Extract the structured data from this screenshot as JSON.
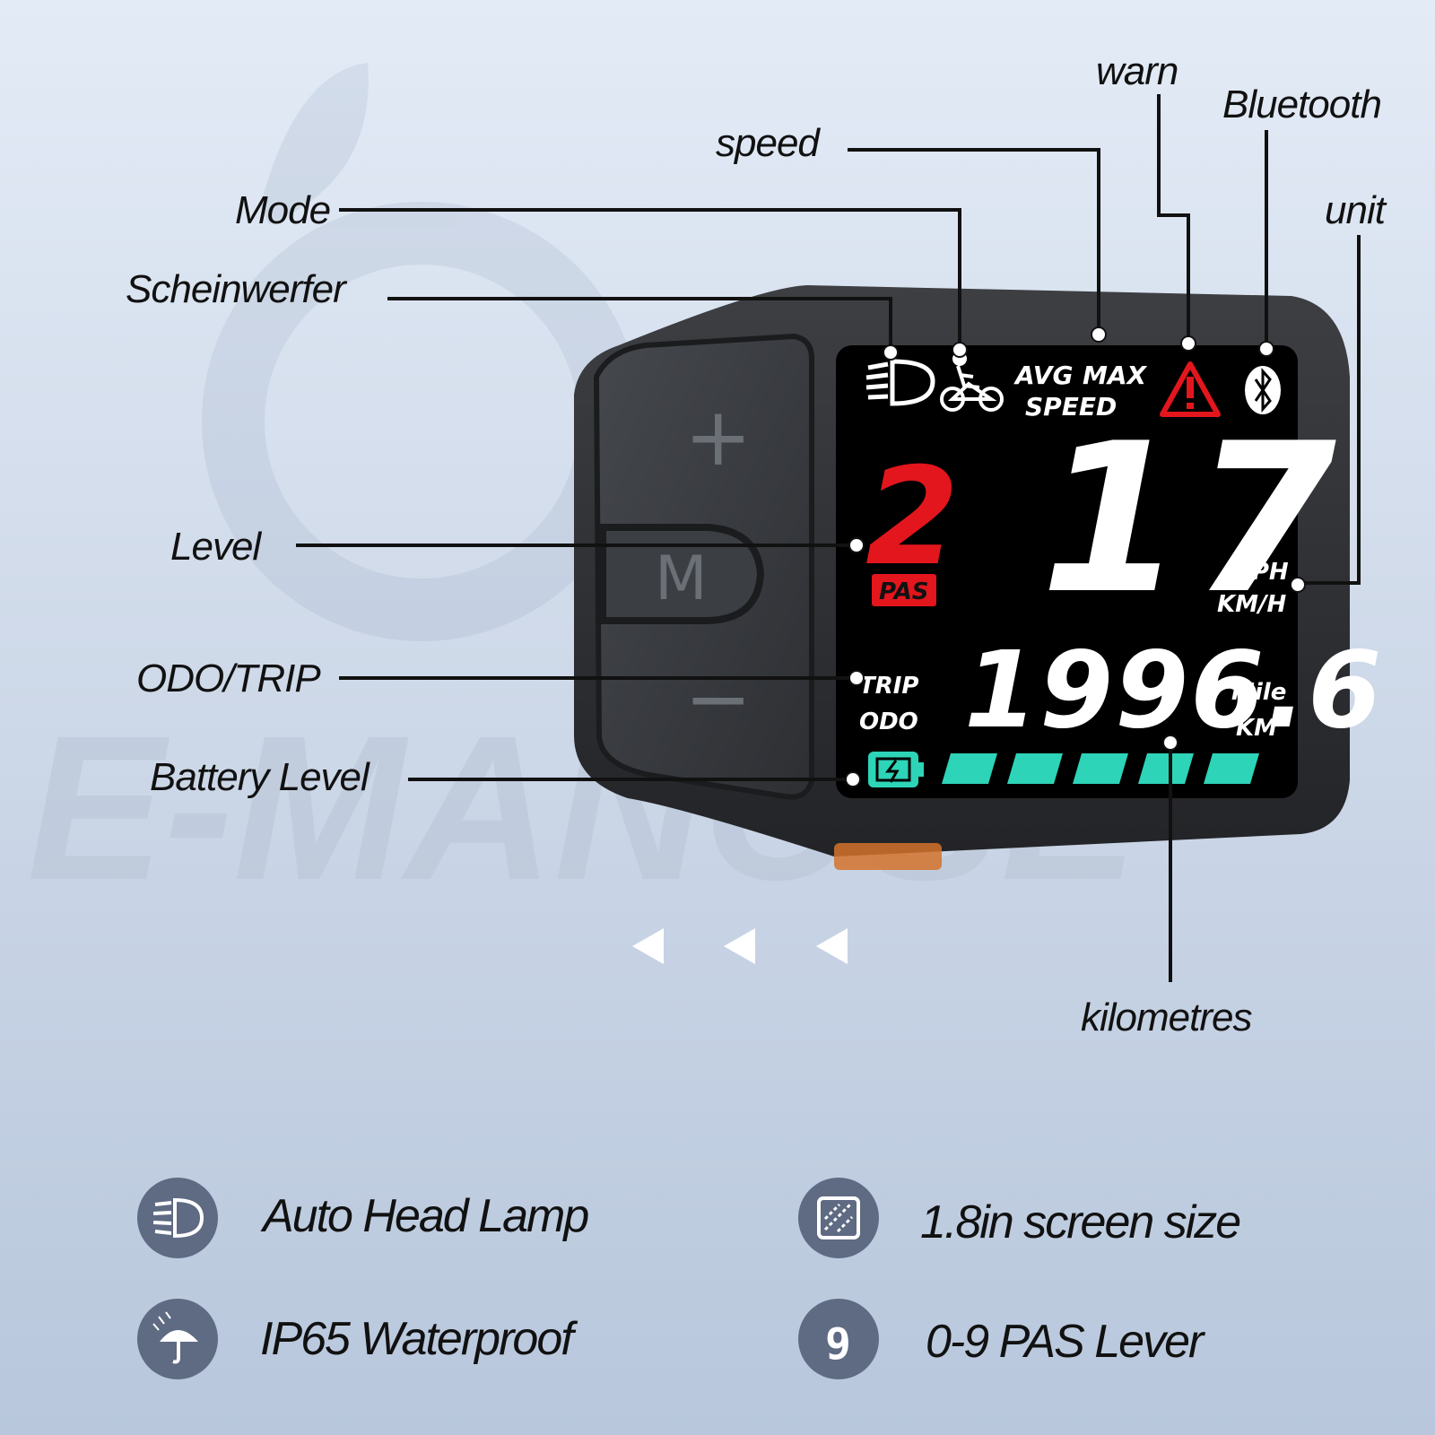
{
  "watermark": "E-MANOSE",
  "callouts": {
    "warn": "warn",
    "bluetooth": "Bluetooth",
    "speed": "speed",
    "unit": "unit",
    "mode": "Mode",
    "headlight": "Scheinwerfer",
    "level": "Level",
    "odo_trip": "ODO/TRIP",
    "battery_level": "Battery Level",
    "kilometres": "kilometres"
  },
  "display": {
    "buttons": {
      "plus": "+",
      "mode": "M",
      "minus": "−"
    },
    "speed_modes": {
      "avg": "AVG",
      "max": "MAX",
      "speed": "SPEED"
    },
    "assist_level": "2",
    "pas_label": "PAS",
    "speed_value": "17",
    "speed_units": {
      "mph": "MPH",
      "kmh": "KM/H"
    },
    "trip_label": "TRIP",
    "odo_label": "ODO",
    "distance_value": "1996.6",
    "distance_units": {
      "mile": "Mile",
      "km": "KM"
    },
    "battery_segments_filled": 5,
    "battery_segments_total": 5
  },
  "colors": {
    "accent_red": "#e3161d",
    "battery_teal": "#2dd4b8",
    "icon_bg": "#5f6a83"
  },
  "features": [
    {
      "icon": "headlamp-icon",
      "label": "Auto Head Lamp"
    },
    {
      "icon": "screen-size-icon",
      "label": "1.8in  screen size"
    },
    {
      "icon": "umbrella-icon",
      "label": "IP65 Waterproof"
    },
    {
      "icon": "digit-nine-icon",
      "label": "0-9  PAS Lever"
    }
  ]
}
